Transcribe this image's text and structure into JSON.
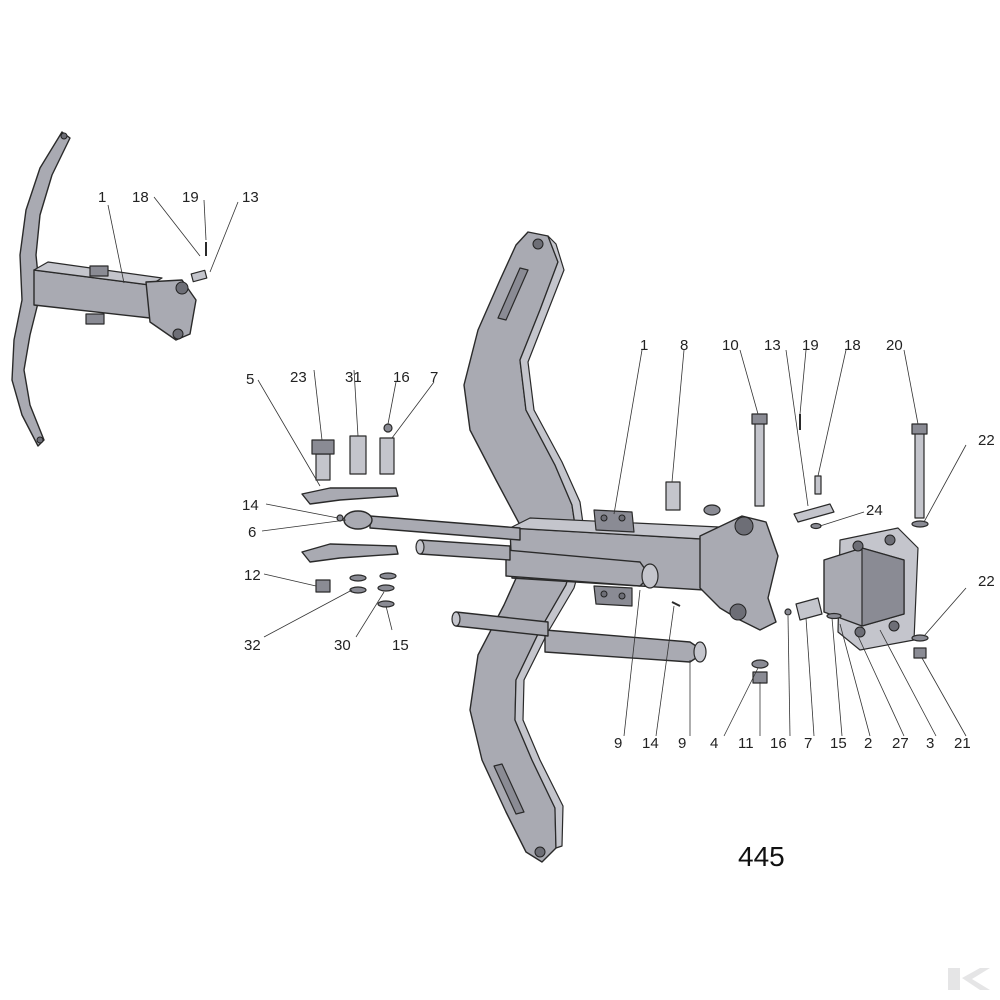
{
  "diagram_number": "445",
  "small_view_callouts": [
    {
      "id": "sv-1",
      "text": "1"
    },
    {
      "id": "sv-18",
      "text": "18"
    },
    {
      "id": "sv-19",
      "text": "19"
    },
    {
      "id": "sv-13",
      "text": "13"
    }
  ],
  "main_callouts": [
    {
      "id": "c-5",
      "text": "5"
    },
    {
      "id": "c-23",
      "text": "23"
    },
    {
      "id": "c-31",
      "text": "31"
    },
    {
      "id": "c-16a",
      "text": "16"
    },
    {
      "id": "c-7a",
      "text": "7"
    },
    {
      "id": "c-14a",
      "text": "14"
    },
    {
      "id": "c-6",
      "text": "6"
    },
    {
      "id": "c-12",
      "text": "12"
    },
    {
      "id": "c-32",
      "text": "32"
    },
    {
      "id": "c-30",
      "text": "30"
    },
    {
      "id": "c-15a",
      "text": "15"
    },
    {
      "id": "c-1",
      "text": "1"
    },
    {
      "id": "c-8",
      "text": "8"
    },
    {
      "id": "c-10",
      "text": "10"
    },
    {
      "id": "c-13",
      "text": "13"
    },
    {
      "id": "c-19",
      "text": "19"
    },
    {
      "id": "c-18",
      "text": "18"
    },
    {
      "id": "c-20",
      "text": "20"
    },
    {
      "id": "c-22a",
      "text": "22"
    },
    {
      "id": "c-24",
      "text": "24"
    },
    {
      "id": "c-22b",
      "text": "22"
    },
    {
      "id": "c-9a",
      "text": "9"
    },
    {
      "id": "c-14b",
      "text": "14"
    },
    {
      "id": "c-9b",
      "text": "9"
    },
    {
      "id": "c-4",
      "text": "4"
    },
    {
      "id": "c-11",
      "text": "11"
    },
    {
      "id": "c-16b",
      "text": "16"
    },
    {
      "id": "c-7b",
      "text": "7"
    },
    {
      "id": "c-15b",
      "text": "15"
    },
    {
      "id": "c-2",
      "text": "2"
    },
    {
      "id": "c-27",
      "text": "27"
    },
    {
      "id": "c-3",
      "text": "3"
    },
    {
      "id": "c-21",
      "text": "21"
    }
  ],
  "colors": {
    "part": "#a9aab2",
    "part_light": "#c4c5cc",
    "part_dark": "#8a8b94",
    "line": "#2a2a2a"
  }
}
